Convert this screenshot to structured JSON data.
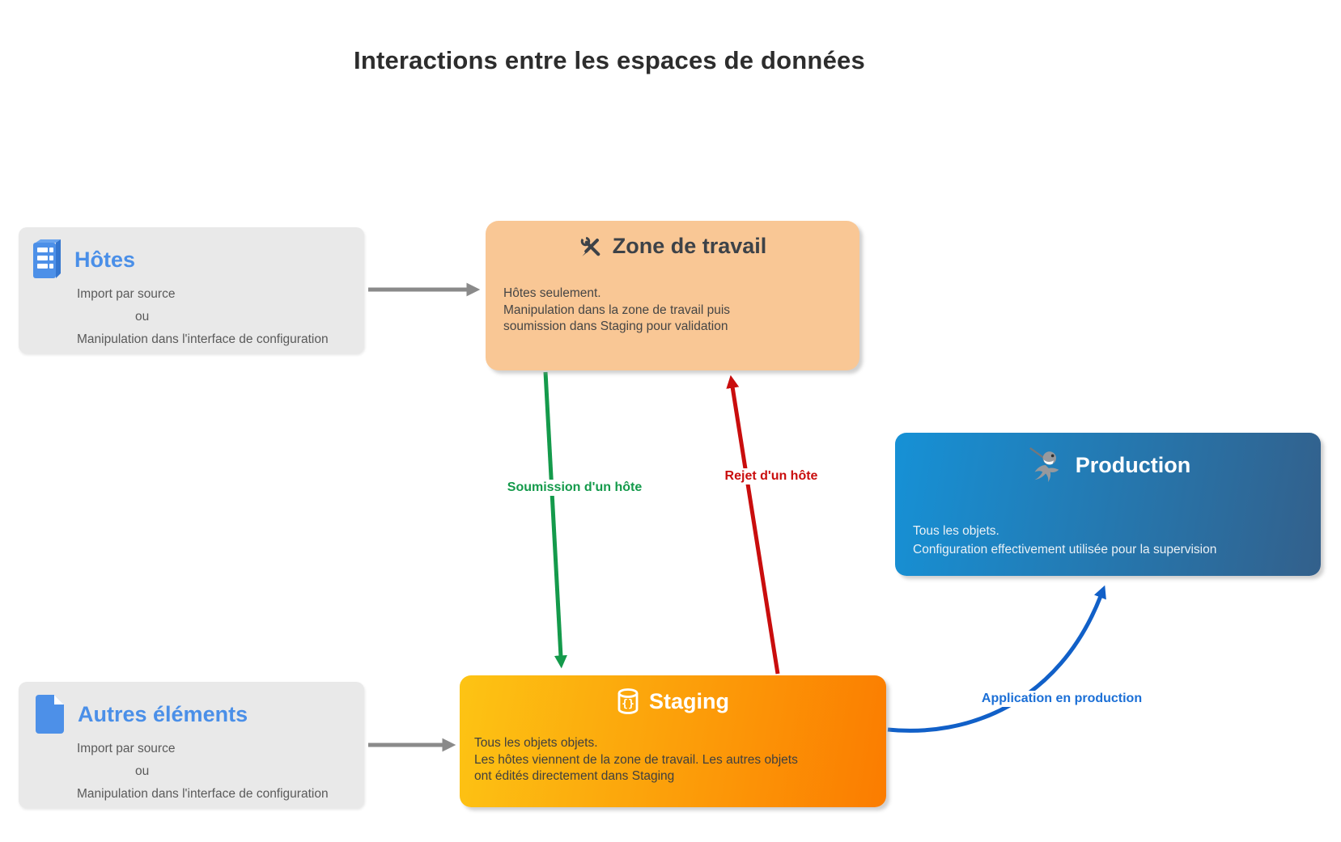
{
  "title": "Interactions entre les espaces de données",
  "nodes": {
    "hotes": {
      "title": "Hôtes",
      "icon": "server-icon",
      "lines": [
        "Import par source",
        "ou",
        "Manipulation dans l'interface de configuration"
      ]
    },
    "autres_elements": {
      "title": "Autres éléments",
      "icon": "document-icon",
      "lines": [
        "Import par source",
        "ou",
        "Manipulation dans l'interface de configuration"
      ]
    },
    "zone_de_travail": {
      "title": "Zone de travail",
      "icon": "tools-icon",
      "body": [
        "Hôtes seulement.",
        "Manipulation dans la zone de travail puis",
        "soumission dans Staging pour validation"
      ]
    },
    "staging": {
      "title": "Staging",
      "icon": "database-icon",
      "body": [
        "Tous les objets objets.",
        "Les hôtes viennent de la zone de travail. Les autres objets",
        "ont édités directement dans Staging"
      ]
    },
    "production": {
      "title": "Production",
      "icon": "mascot-icon",
      "body": [
        "Tous les objets.",
        "Configuration effectivement utilisée pour la supervision"
      ]
    }
  },
  "edges": {
    "soumission": {
      "label": "Soumission d'un hôte",
      "color": "#149a4b"
    },
    "rejet": {
      "label": "Rejet d'un hôte",
      "color": "#c90d0d"
    },
    "application": {
      "label": "Application en production",
      "color": "#1b6fd6"
    }
  },
  "colors": {
    "accent_blue_title": "#4a8fe8",
    "zone_bg": "#f9c795",
    "staging_gradient_start": "#fdc414",
    "staging_gradient_end": "#fb7c00",
    "production_gradient_start": "#1691d6",
    "production_gradient_end": "#33608b",
    "gray_box_bg": "#e9e9e9",
    "gray_arrow": "#8a8a8a"
  }
}
